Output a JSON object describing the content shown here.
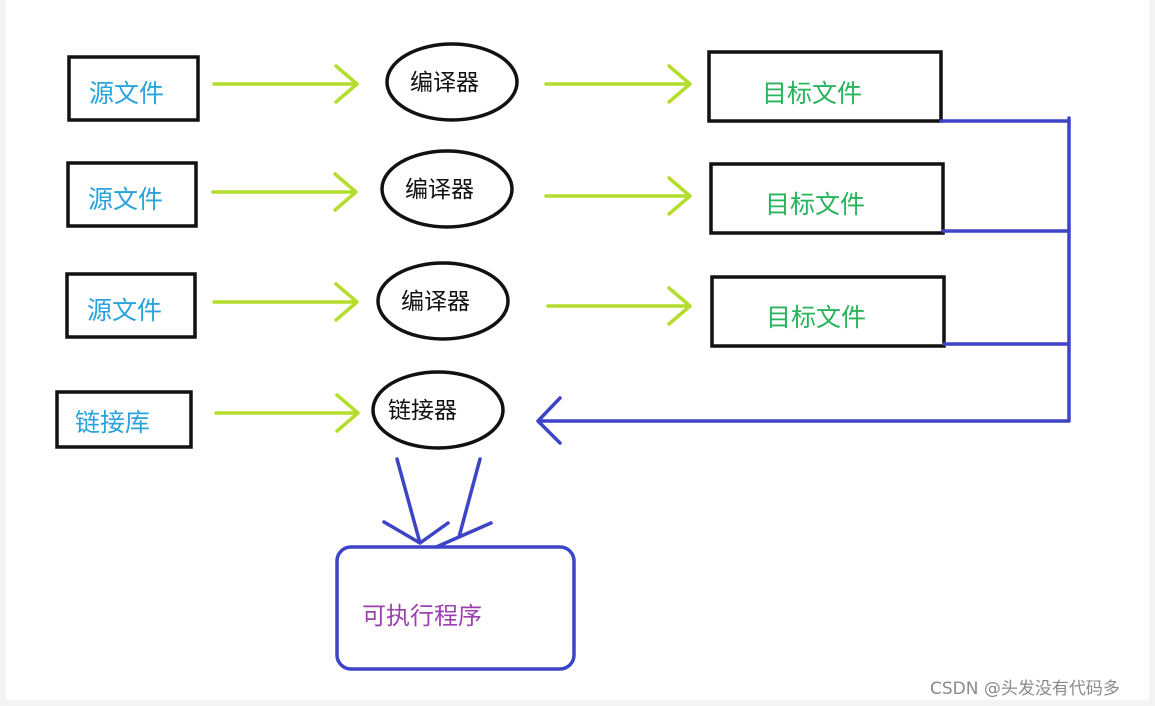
{
  "diagram": {
    "sources": [
      "源文件",
      "源文件",
      "源文件"
    ],
    "library": "链接库",
    "compilers": [
      "编译器",
      "编译器",
      "编译器"
    ],
    "linker": "链接器",
    "objects": [
      "目标文件",
      "目标文件",
      "目标文件"
    ],
    "executable": "可执行程序"
  },
  "watermark": "CSDN @头发没有代码多",
  "colors": {
    "arrow_green": "#b4dd2e",
    "arrow_blue": "#3d44c6",
    "source_text": "#29a3dc",
    "object_text": "#27b45b",
    "executable_text": "#9c3fb0"
  }
}
